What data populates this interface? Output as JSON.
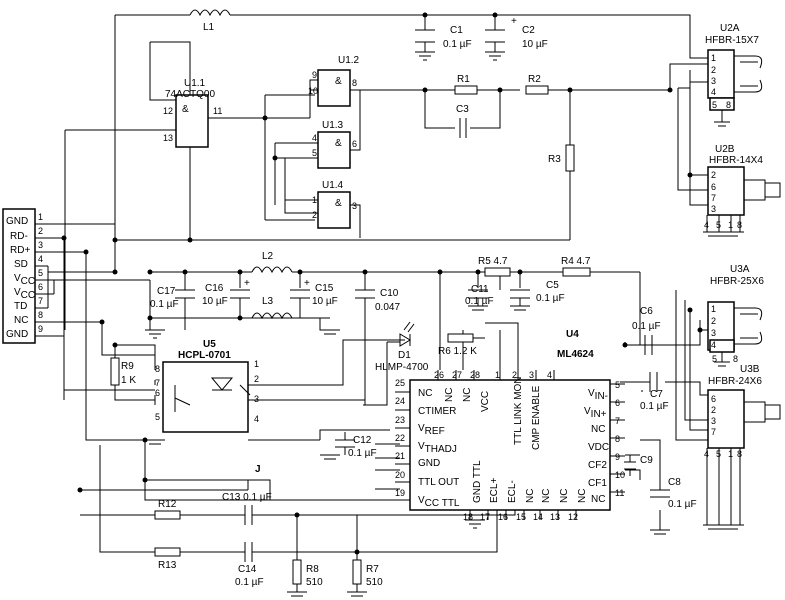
{
  "u11": {
    "name": "U1.1",
    "part": "74ACTQ00",
    "pins": [
      "12",
      "13",
      "11"
    ]
  },
  "u12": {
    "name": "U1.2",
    "pins": [
      "9",
      "10",
      "8"
    ]
  },
  "u13": {
    "name": "U1.3",
    "pins": [
      "4",
      "5",
      "6"
    ]
  },
  "u14": {
    "name": "U1.4",
    "pins": [
      "1",
      "2",
      "3"
    ]
  },
  "amp": "&",
  "r1": "R1",
  "r2": "R2",
  "r3": "R3",
  "c3": "C3",
  "l1": "L1",
  "c1": {
    "name": "C1",
    "value": "0.1 µF"
  },
  "c2": {
    "name": "C2",
    "value": "10 µF"
  },
  "plus": "+",
  "u2a": {
    "name": "U2A",
    "part": "HFBR-15X7",
    "pins": [
      "1",
      "2",
      "3",
      "4",
      "5",
      "8"
    ]
  },
  "u2b": {
    "name": "U2B",
    "part": "HFBR-14X4",
    "pins": [
      "2",
      "6",
      "7",
      "3",
      "4",
      "5",
      "1",
      "8"
    ]
  },
  "u3a": {
    "name": "U3A",
    "part": "HFBR-25X6",
    "pins": [
      "1",
      "2",
      "3",
      "4",
      "5",
      "8"
    ]
  },
  "u3b": {
    "name": "U3B",
    "part": "HFBR-24X6",
    "pins": [
      "6",
      "2",
      "3",
      "7",
      "4",
      "5",
      "1",
      "8"
    ]
  },
  "conn": {
    "labels": [
      "GND",
      "RD-",
      "RD+",
      "SD",
      "V",
      "V",
      "TD",
      "NC",
      "GND"
    ],
    "sub": "CC",
    "pins": [
      "1",
      "2",
      "3",
      "4",
      "5",
      "6",
      "7",
      "8",
      "9"
    ]
  },
  "l2": "L2",
  "l3": "L3",
  "c17": {
    "name": "C17",
    "value": "0.1 µF"
  },
  "c16": {
    "name": "C16",
    "value": "10 µF"
  },
  "c15": {
    "name": "C15",
    "value": "10 µF"
  },
  "c10": {
    "name": "C10",
    "value": "0.047"
  },
  "r5": "R5 4.7",
  "r4": "R4 4.7",
  "c11": {
    "name": "C11",
    "value": "0.1 µF"
  },
  "c5": {
    "name": "C5",
    "value": "0.1 µF"
  },
  "c6": {
    "name": "C6",
    "value": "0.1 µF"
  },
  "c7": {
    "name": "C7",
    "value": "0.1 µF"
  },
  "c9": "C9",
  "c8": {
    "name": "C8",
    "value": "0.1 µF"
  },
  "d1": {
    "name": "D1",
    "part": "HLMP-4700"
  },
  "r6": "R6 1.2 K",
  "u5": {
    "name": "U5",
    "part": "HCPL-0701",
    "left_pins": [
      "8",
      "7",
      "6",
      "5"
    ],
    "right_pins": [
      "1",
      "2",
      "3",
      "4"
    ]
  },
  "r9": {
    "name": "R9",
    "value": "1 K"
  },
  "u4": {
    "name": "U4",
    "part": "ML4624",
    "top_labels": [
      "NC",
      "NC",
      "NC",
      "VCC",
      "TTL LINK MON",
      "CMP ENABLE"
    ],
    "top_pins": [
      "25",
      "26",
      "27",
      "28",
      "1",
      "2",
      "3",
      "4"
    ],
    "left": [
      "CTIMER",
      "REF",
      "THADJ",
      "GND",
      "TTL OUT",
      "CC TTL"
    ],
    "left_pins": [
      "23",
      "22",
      "21",
      "20",
      "19"
    ],
    "left_pin_top": "24",
    "right": [
      "IN-",
      "IN+",
      "NC",
      "VDC",
      "CF2",
      "CF1",
      "NC"
    ],
    "right_pins": [
      "5",
      "6",
      "7",
      "8",
      "9",
      "10",
      "11"
    ],
    "bottom": [
      "GND TTL",
      "ECL+",
      "ECL-",
      "NC",
      "NC",
      "NC",
      "NC"
    ],
    "bottom_pins": [
      "18",
      "17",
      "16",
      "15",
      "14",
      "13",
      "12"
    ]
  },
  "c12": {
    "name": "C12",
    "value": "0.1 µF"
  },
  "j": "J",
  "r12": "R12",
  "r13": "R13",
  "c13": "C13 0.1 µF",
  "c14": {
    "name": "C14",
    "value": "0.1 µF"
  },
  "r8": {
    "name": "R8",
    "value": "510"
  },
  "r7": {
    "name": "R7",
    "value": "510"
  }
}
